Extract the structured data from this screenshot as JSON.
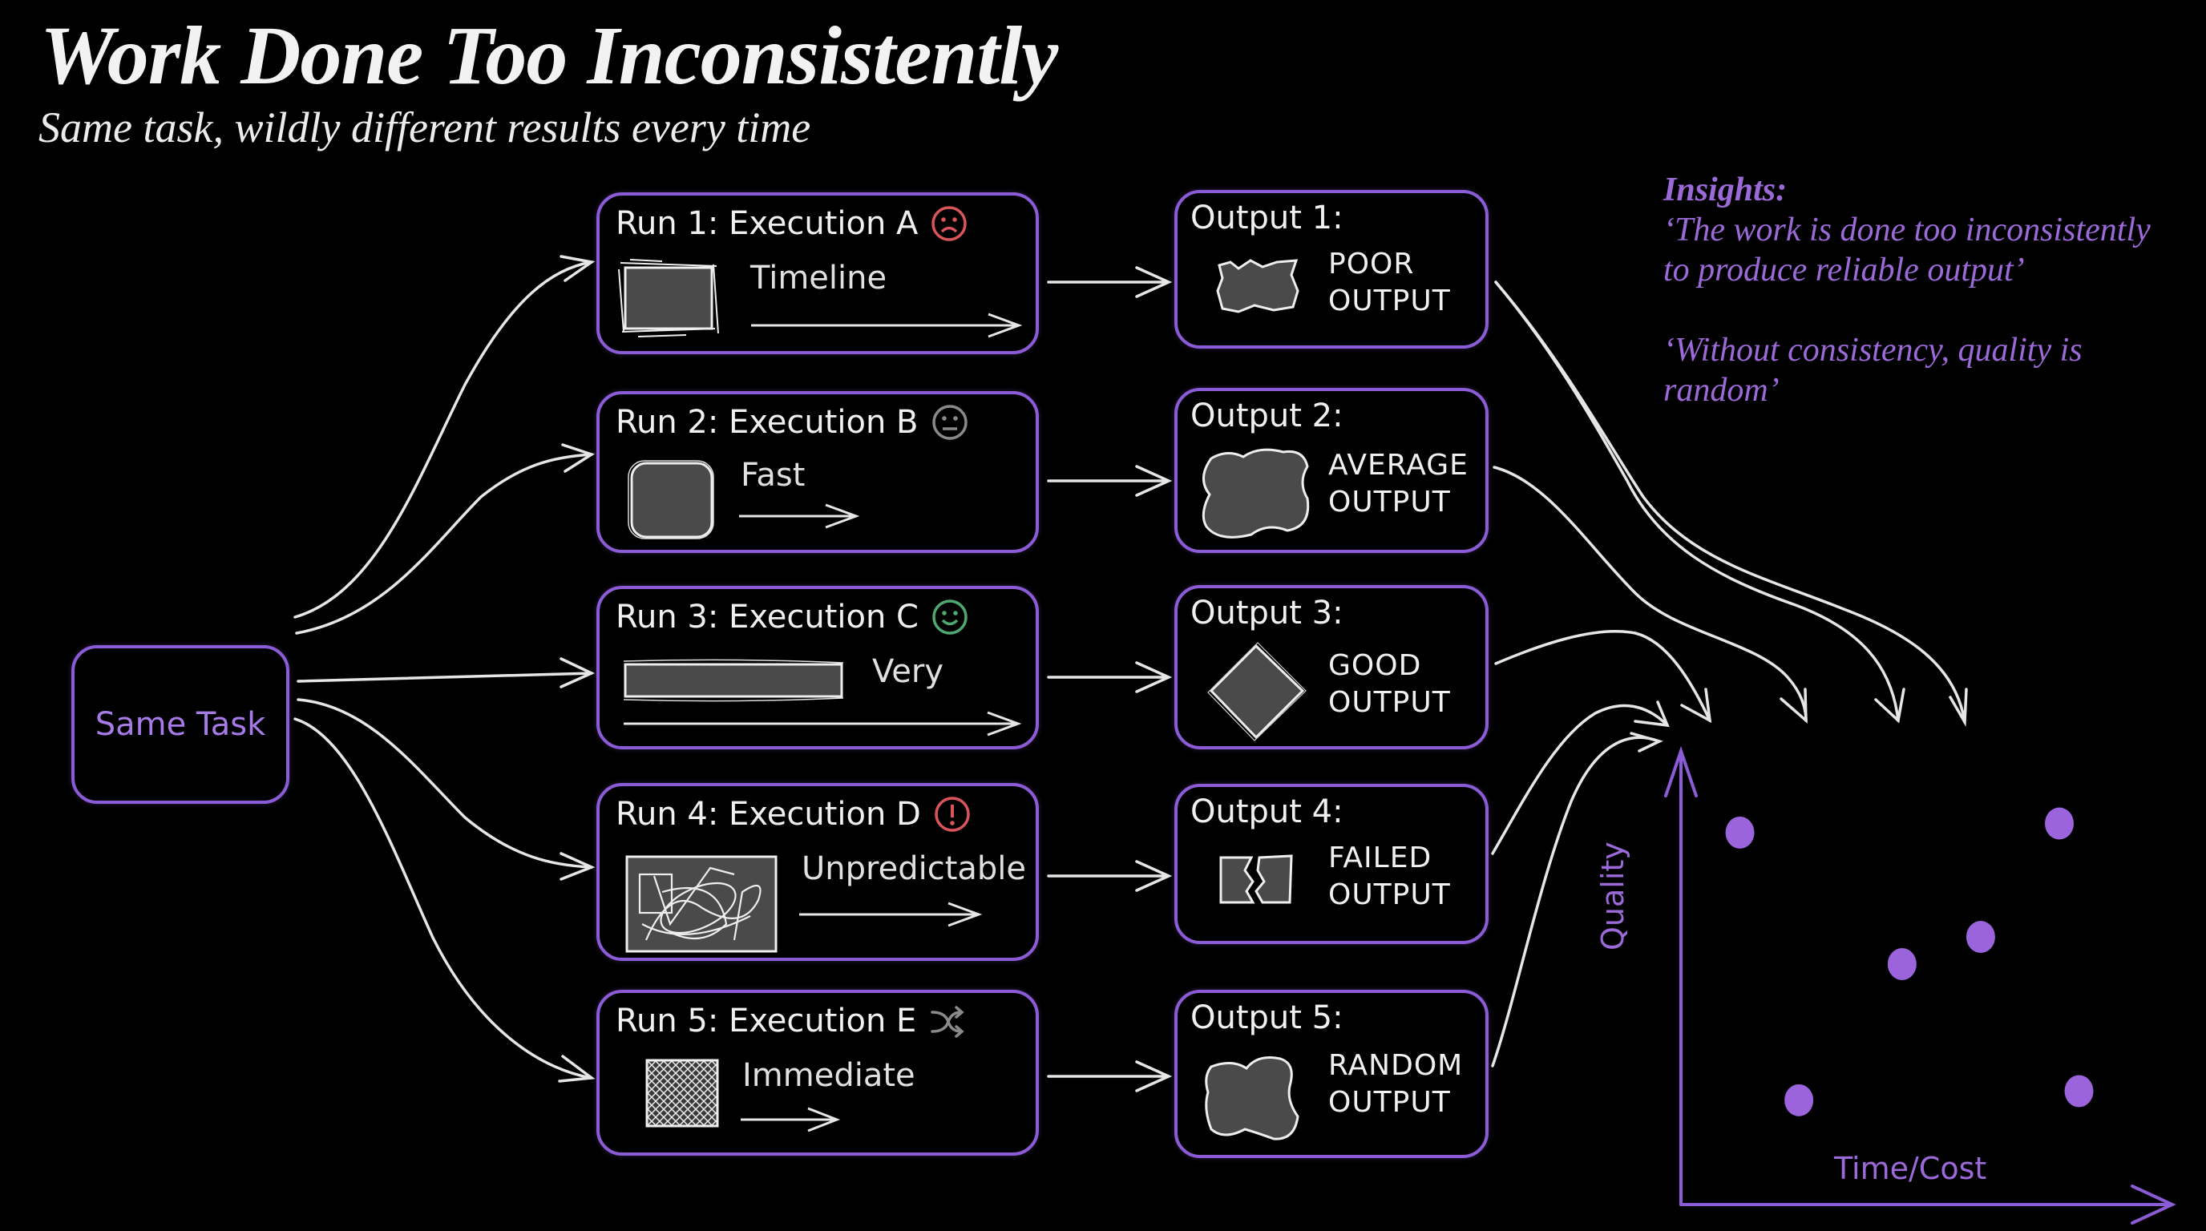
{
  "header": {
    "title": "Work Done Too Inconsistently",
    "subtitle": "Same task, wildly different results every time"
  },
  "source": {
    "label": "Same Task"
  },
  "runs": [
    {
      "title": "Run 1: Execution A",
      "status_icon": "sad-face-icon",
      "status_color": "#d9555a",
      "label": "Timeline",
      "shape": "messy-square"
    },
    {
      "title": "Run 2: Execution B",
      "status_icon": "neutral-face-icon",
      "status_color": "#8a8a8a",
      "label": "Fast",
      "shape": "rounded-square"
    },
    {
      "title": "Run 3: Execution C",
      "status_icon": "happy-face-icon",
      "status_color": "#4fa872",
      "label": "Very",
      "shape": "long-bar"
    },
    {
      "title": "Run 4: Execution D",
      "status_icon": "exclamation-icon",
      "status_color": "#d9555a",
      "label": "Unpredictable",
      "shape": "scribble"
    },
    {
      "title": "Run 5: Execution E",
      "status_icon": "shuffle-icon",
      "status_color": "#8a8a8a",
      "label": "Immediate",
      "shape": "hatched-square"
    }
  ],
  "outputs": [
    {
      "title": "Output 1:",
      "line1": "POOR",
      "line2": "OUTPUT",
      "shape": "jagged-rectangle"
    },
    {
      "title": "Output 2:",
      "line1": "AVERAGE",
      "line2": "OUTPUT",
      "shape": "cloud-blob"
    },
    {
      "title": "Output 3:",
      "line1": "GOOD",
      "line2": "OUTPUT",
      "shape": "diamond"
    },
    {
      "title": "Output 4:",
      "line1": "FAILED",
      "line2": "OUTPUT",
      "shape": "broken-square"
    },
    {
      "title": "Output 5:",
      "line1": "RANDOM",
      "line2": "OUTPUT",
      "shape": "irregular-blob"
    }
  ],
  "insights": {
    "heading": "Insights:",
    "quote1_line1": "‘The work is done too inconsistently",
    "quote1_line2": "to produce reliable output’",
    "quote2_line1": "‘Without consistency, quality is",
    "quote2_line2": "random’"
  },
  "colors": {
    "accent": "#8b5cd6",
    "accent_text": "#9b6ad8",
    "line": "#e6e6e6",
    "shape_fill": "#4a4a4a",
    "background": "#000000"
  },
  "chart_data": {
    "type": "scatter",
    "title": "",
    "xlabel": "Time/Cost",
    "ylabel": "Quality",
    "xlim": [
      0,
      10
    ],
    "ylim": [
      0,
      10
    ],
    "grid": false,
    "points": [
      {
        "x": 1.2,
        "y": 8.2
      },
      {
        "x": 4.5,
        "y": 5.3
      },
      {
        "x": 2.4,
        "y": 2.3
      },
      {
        "x": 6.1,
        "y": 5.9
      },
      {
        "x": 7.7,
        "y": 8.4
      },
      {
        "x": 8.1,
        "y": 2.5
      }
    ]
  }
}
